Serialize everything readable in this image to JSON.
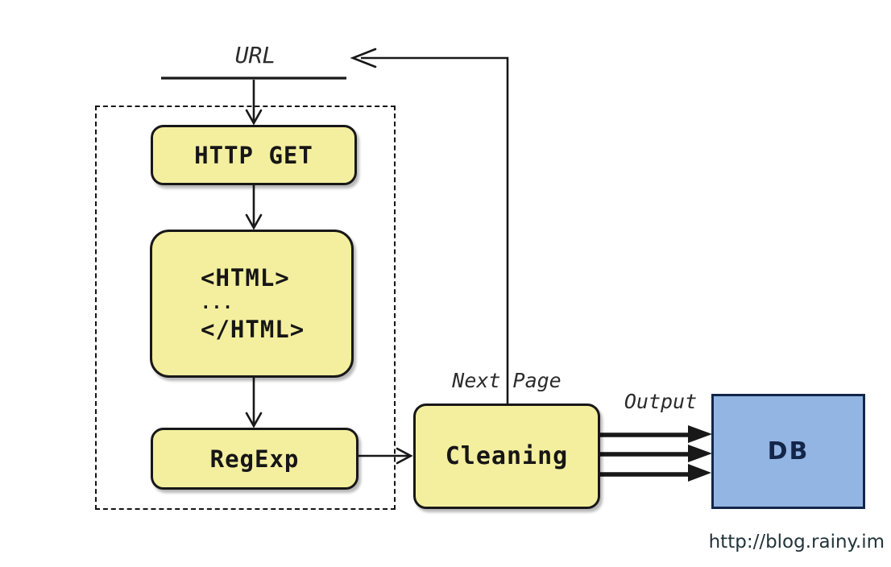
{
  "diagram": {
    "title_label": "URL",
    "nodes": {
      "http_get": "HTTP GET",
      "html_block": {
        "line1": "<HTML>",
        "line2": "...",
        "line3": "</HTML>"
      },
      "regexp": "RegExp",
      "cleaning": "Cleaning",
      "db": "DB"
    },
    "edge_labels": {
      "next_page": "Next Page",
      "output": "Output"
    },
    "footer": {
      "credit_url": "http://blog.rainy.im"
    },
    "colors": {
      "node_fill": "#F4EF9F",
      "node_border": "#181818",
      "db_fill": "#93B5E3",
      "db_border": "#13264A",
      "db_text": "#13264A",
      "line": "#181818",
      "label_text": "#2B2B2B",
      "footer_text": "#22333A"
    }
  }
}
